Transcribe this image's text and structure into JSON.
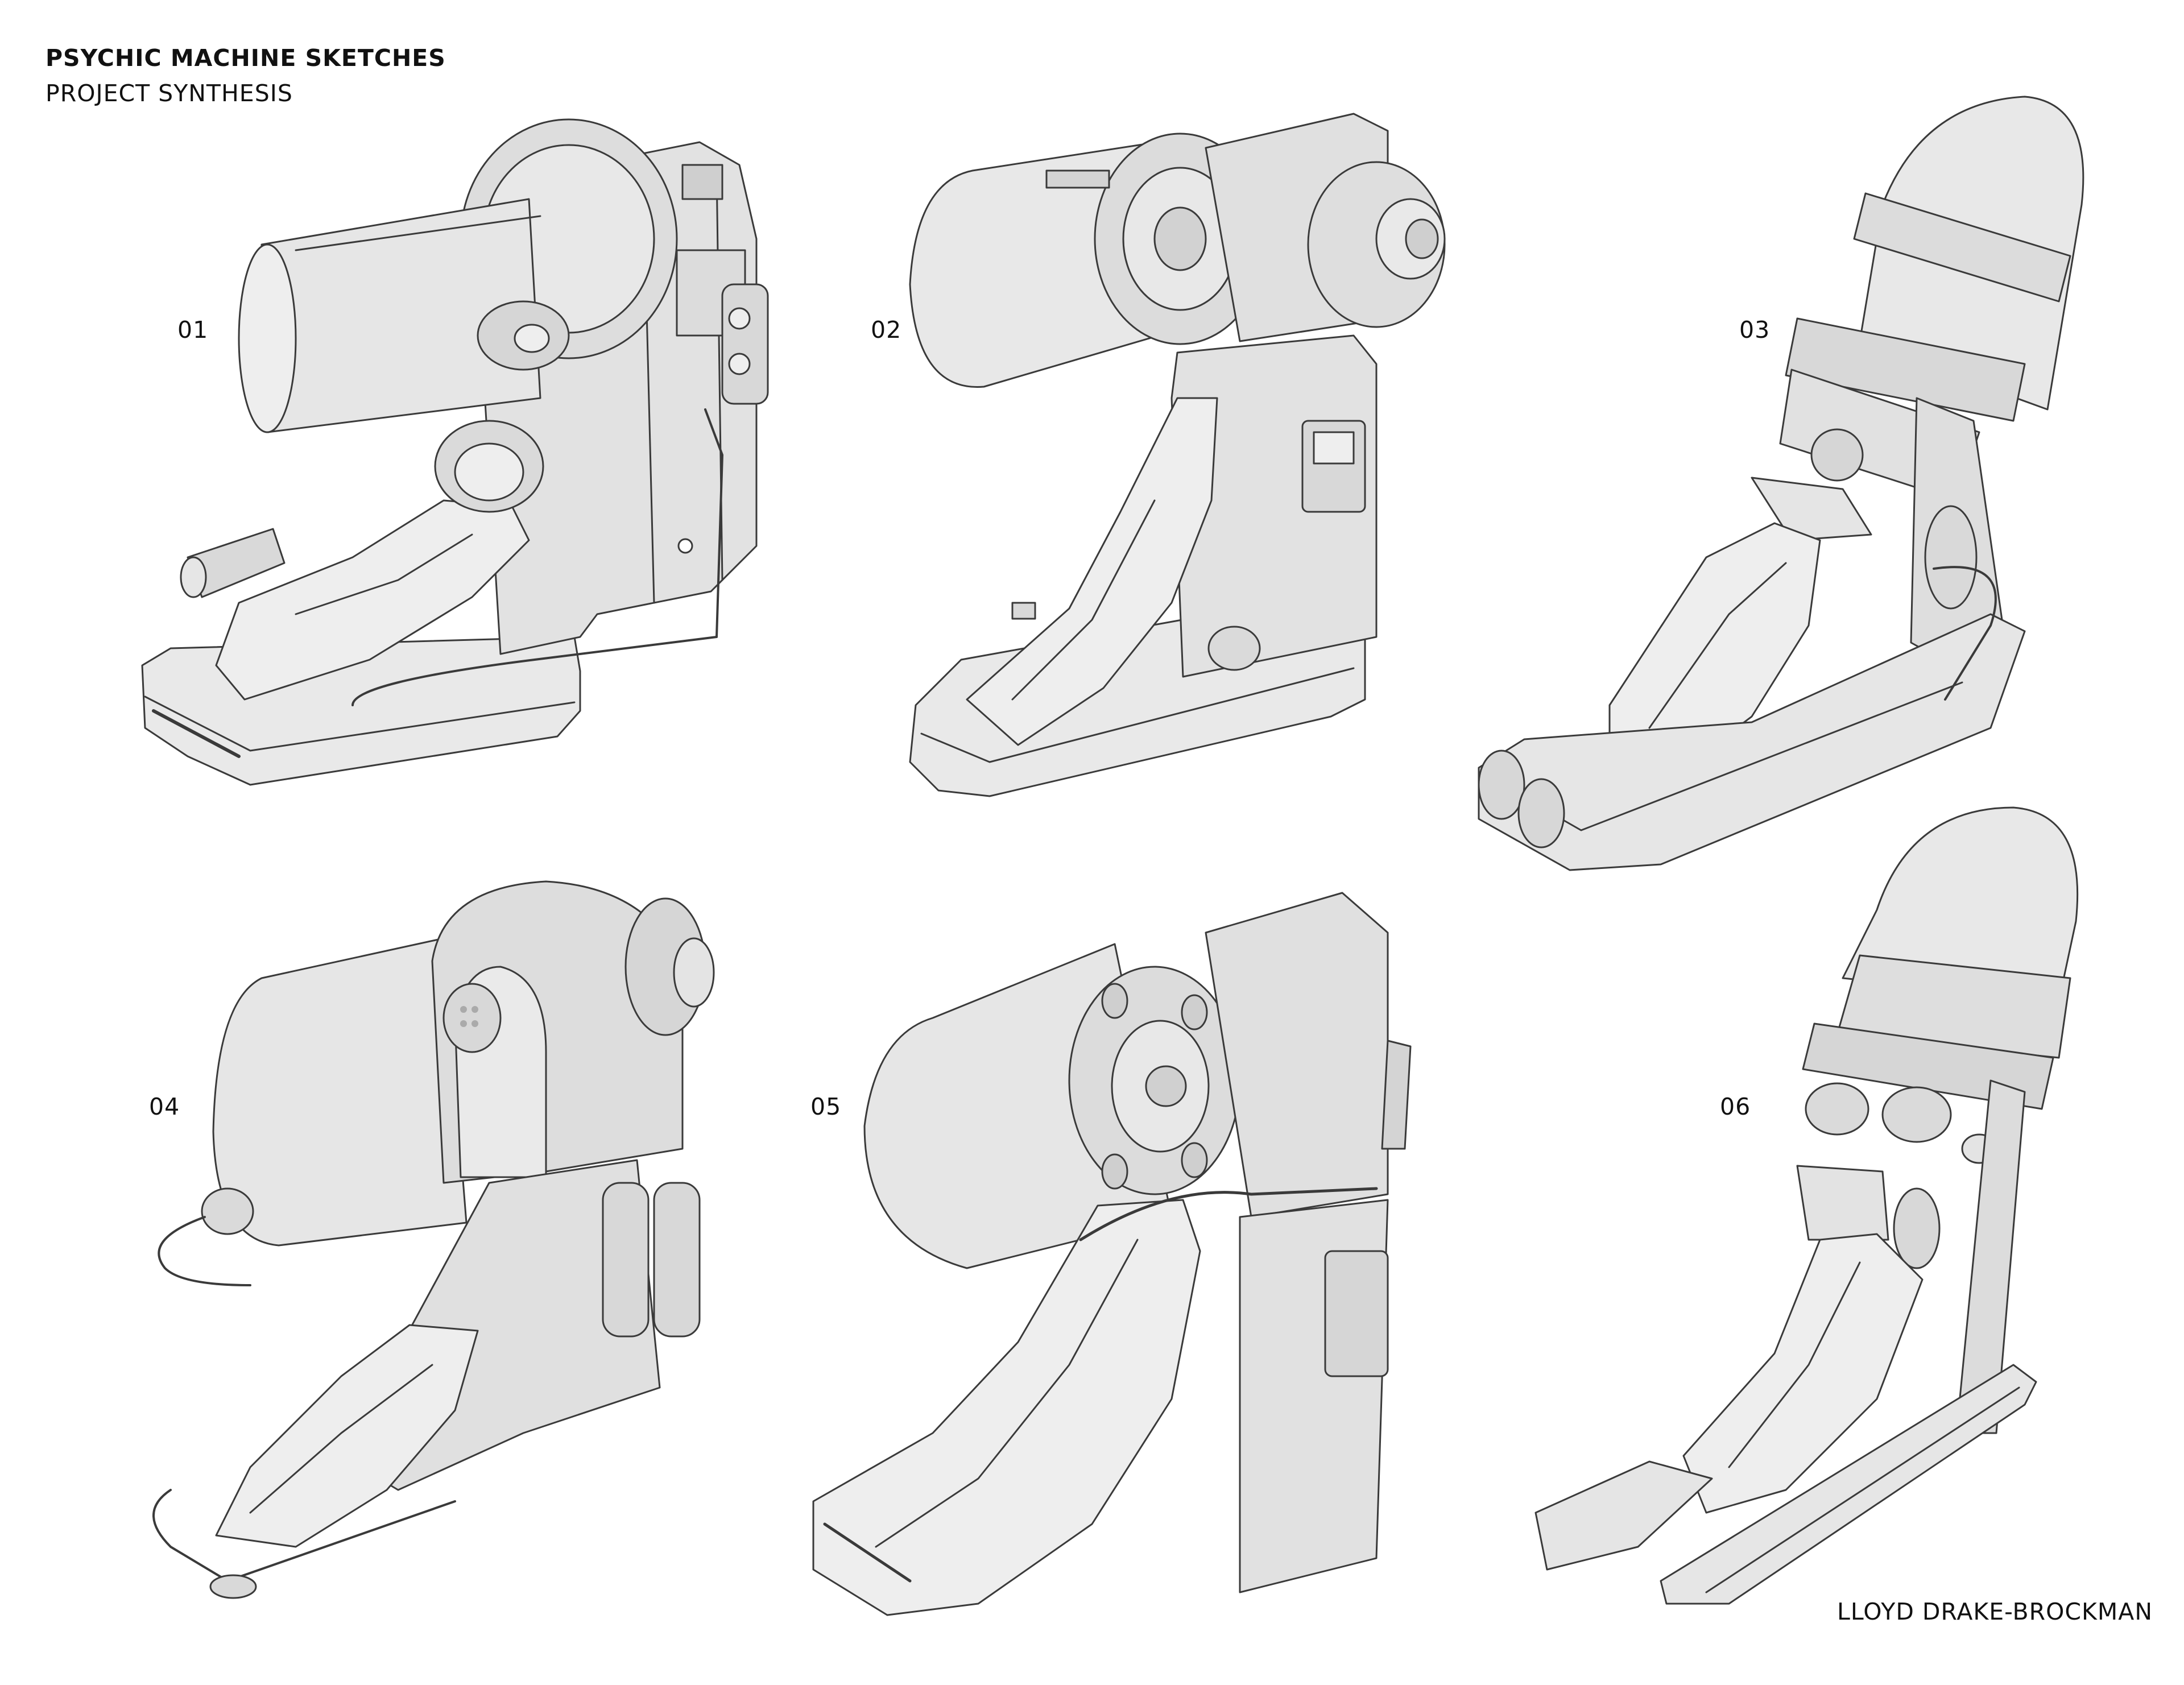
{
  "header": {
    "title": "PSYCHIC MACHINE SKETCHES",
    "subtitle": "PROJECT SYNTHESIS"
  },
  "sketches": [
    {
      "number": "01"
    },
    {
      "number": "02"
    },
    {
      "number": "03"
    },
    {
      "number": "04"
    },
    {
      "number": "05"
    },
    {
      "number": "06"
    }
  ],
  "footer": {
    "credit": "LLOYD DRAKE-BROCKMAN"
  },
  "colors": {
    "background": "#ffffff",
    "fill": "#e4e4e4",
    "fill_light": "#eeeeee",
    "fill_dark": "#d4d4d4",
    "line": "#3a3a3a"
  }
}
